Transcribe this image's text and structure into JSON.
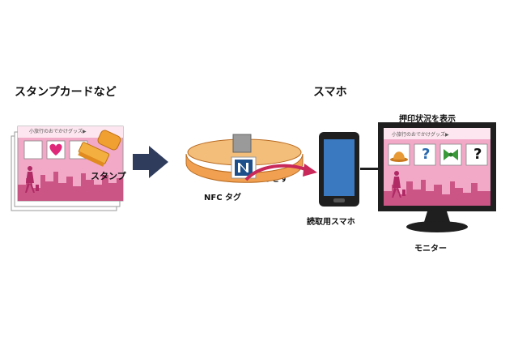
{
  "labels": {
    "stamp_card": "スタンプカードなど",
    "smartphone": "スマホ",
    "stamp_status": "押印状況を表示",
    "nfc_tag": "NFC タグ",
    "hold": "かざす",
    "reader_phone": "読取用スマホ",
    "monitor": "モニター",
    "stamp": "スタンプ"
  },
  "card": {
    "header": "小旅行のおでかけグッズ▶"
  },
  "monitor_screen": {
    "header": "小旅行のおでかけグッズ▶",
    "slots": [
      "hat-icon",
      "question-mark-icon",
      "ribbon-icon",
      "question-mark-icon"
    ],
    "question_mark": "?"
  },
  "colors": {
    "card_pink": "#f2a9c8",
    "card_header": "#fde6ef",
    "skyline": "#c4487a",
    "arrow_navy": "#2f3c5c",
    "band_orange": "#f0a050",
    "hold_arrow": "#c8285a",
    "device_dark": "#1f1f1f",
    "phone_screen": "#3a78c0"
  }
}
